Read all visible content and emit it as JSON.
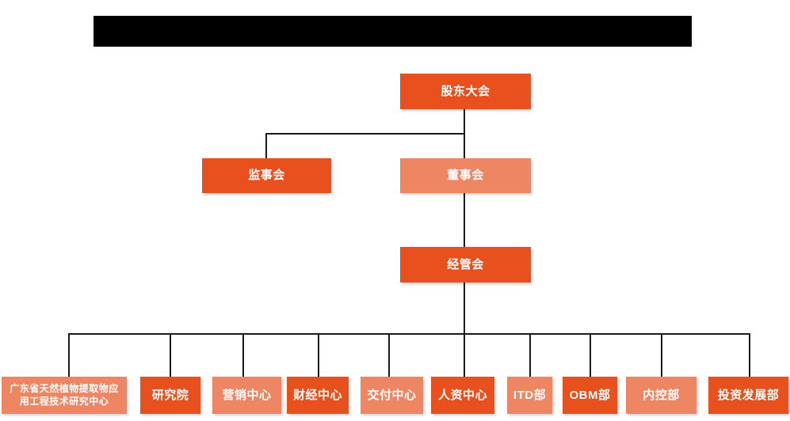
{
  "diagram": {
    "type": "org-chart",
    "title_bar": {
      "name": "redacted-title-bar",
      "text": "",
      "color": "#000000"
    },
    "colors": {
      "background": "#ffffff",
      "node_dark": "#E8501E",
      "node_light": "#EE8663",
      "connector": "#1a1a1a",
      "node_text": "#ffffff"
    },
    "levels": [
      {
        "level": 1,
        "nodes": [
          {
            "id": "shareholders",
            "label": "股东大会",
            "shade": "dark"
          }
        ]
      },
      {
        "level": 2,
        "nodes": [
          {
            "id": "supervisors",
            "label": "监事会",
            "shade": "dark"
          },
          {
            "id": "directors",
            "label": "董事会",
            "shade": "light"
          }
        ]
      },
      {
        "level": 3,
        "nodes": [
          {
            "id": "management",
            "label": "经管会",
            "shade": "dark"
          }
        ]
      },
      {
        "level": 4,
        "nodes": [
          {
            "id": "guangdong-center",
            "label": "广东省天然植物提取物应\n用工程技术研究中心",
            "shade": "light"
          },
          {
            "id": "research-institute",
            "label": "研究院",
            "shade": "dark"
          },
          {
            "id": "marketing-center",
            "label": "营销中心",
            "shade": "light"
          },
          {
            "id": "finance-center",
            "label": "财经中心",
            "shade": "dark"
          },
          {
            "id": "delivery-center",
            "label": "交付中心",
            "shade": "light"
          },
          {
            "id": "hr-center",
            "label": "人资中心",
            "shade": "dark"
          },
          {
            "id": "itd-dept",
            "label": "ITD部",
            "shade": "light"
          },
          {
            "id": "obm-dept",
            "label": "OBM部",
            "shade": "dark"
          },
          {
            "id": "internal-control-dept",
            "label": "内控部",
            "shade": "light"
          },
          {
            "id": "investment-development-dept",
            "label": "投资发展部",
            "shade": "dark"
          }
        ]
      }
    ]
  }
}
